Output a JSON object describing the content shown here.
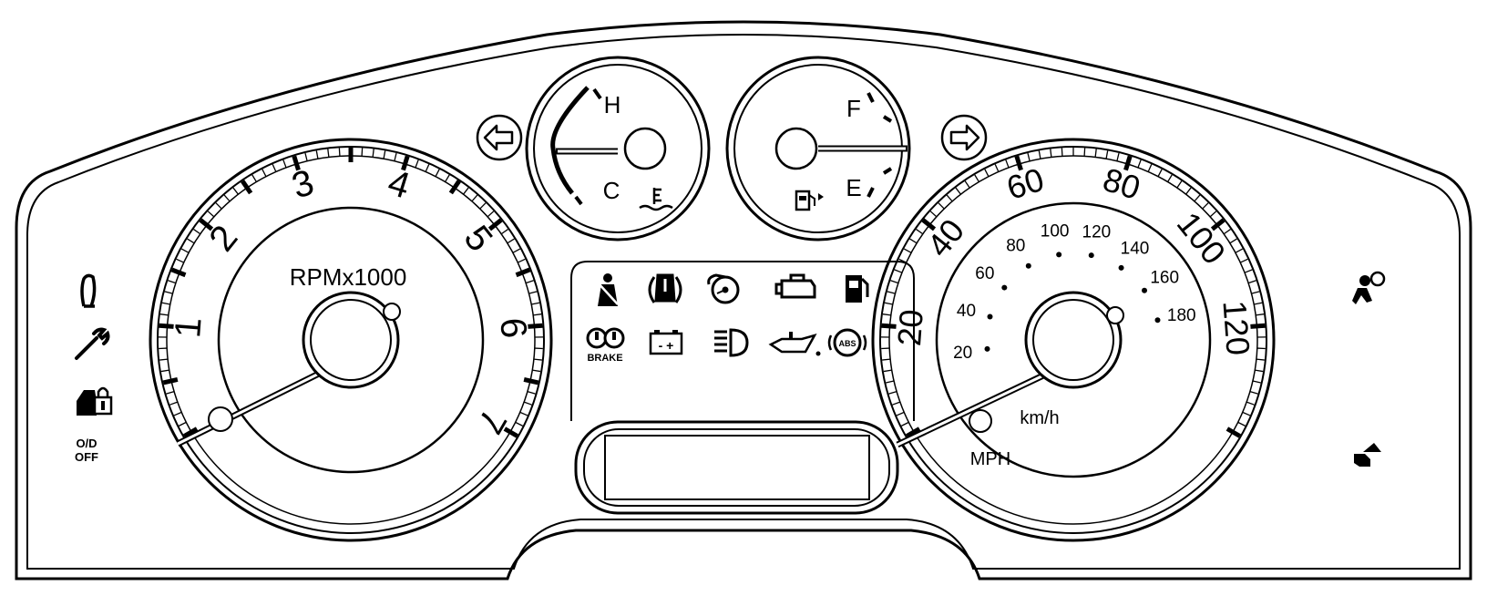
{
  "tachometer": {
    "title": "RPMx1000",
    "labels": [
      "1",
      "2",
      "3",
      "4",
      "5",
      "6",
      "7"
    ],
    "needle_value": 0
  },
  "speedometer": {
    "unit_primary": "MPH",
    "unit_secondary": "km/h",
    "mph_labels": [
      "20",
      "40",
      "60",
      "80",
      "100",
      "120"
    ],
    "kmh_labels": [
      "20",
      "40",
      "60",
      "80",
      "100",
      "120",
      "140",
      "160",
      "180"
    ],
    "needle_value": 0
  },
  "temp_gauge": {
    "high": "H",
    "low": "C",
    "icon": "coolant-temp-icon"
  },
  "fuel_gauge": {
    "full": "F",
    "empty": "E",
    "icon": "fuel-pump-icon"
  },
  "turn_signals": {
    "left": "left-turn-arrow-icon",
    "right": "right-turn-arrow-icon"
  },
  "left_indicators": {
    "off_label_line1": "O/D",
    "off_label_line2": "OFF",
    "icons": [
      "seat-heat-icon",
      "wrench-icon",
      "door-lock-icon"
    ]
  },
  "right_indicators": {
    "icons": [
      "airbag-icon",
      "passenger-airbag-icon"
    ]
  },
  "center_warnings": {
    "brake_label": "BRAKE",
    "abs_label": "ABS",
    "battery_label": "- +",
    "top_row": [
      "seatbelt-icon",
      "tire-pressure-icon",
      "traction-control-icon",
      "check-engine-icon",
      "low-fuel-icon"
    ],
    "bottom_row": [
      "brake-icon",
      "battery-icon",
      "headlight-icon",
      "oil-pressure-icon",
      "abs-icon"
    ]
  },
  "colors": {
    "line": "#000000",
    "background": "#ffffff"
  }
}
